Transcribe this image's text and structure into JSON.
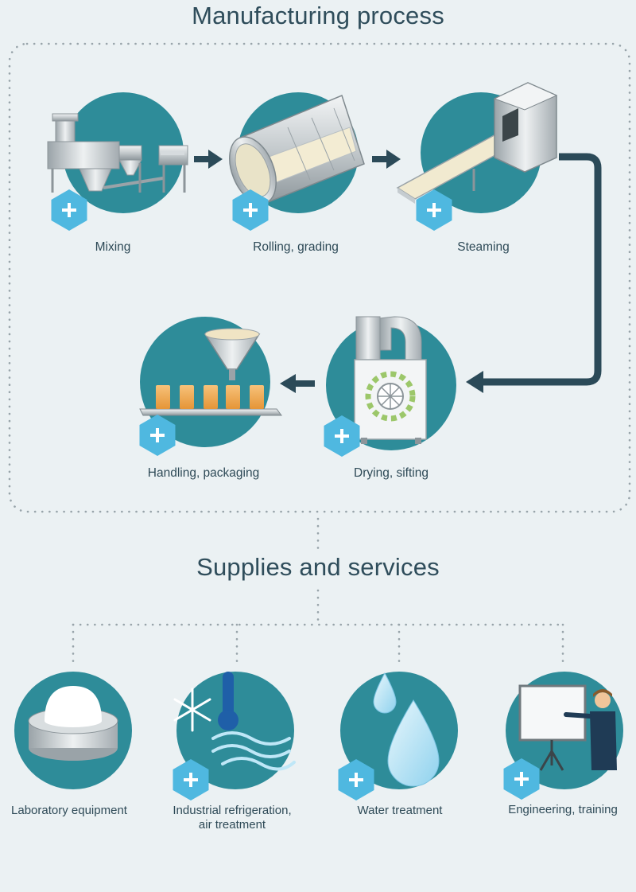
{
  "manufacturing": {
    "title": "Manufacturing process",
    "steps": [
      {
        "label": "Mixing"
      },
      {
        "label": "Rolling, grading"
      },
      {
        "label": "Steaming"
      },
      {
        "label": "Drying, sifting"
      },
      {
        "label": "Handling, packaging"
      }
    ]
  },
  "supplies": {
    "title": "Supplies and services",
    "items": [
      {
        "label": "Laboratory equipment"
      },
      {
        "label_line1": "Industrial refrigeration,",
        "label_line2": "air treatment"
      },
      {
        "label": "Water treatment"
      },
      {
        "label": "Engineering, training"
      }
    ]
  },
  "colors": {
    "background": "#ebf1f3",
    "circle": "#2e8c99",
    "hexagon": "#4fb8e0",
    "arrow": "#2b4a58",
    "text": "#2e4a57"
  },
  "icons": {
    "expand": "plus-hexagon-icon",
    "flow": "arrow-icon"
  }
}
